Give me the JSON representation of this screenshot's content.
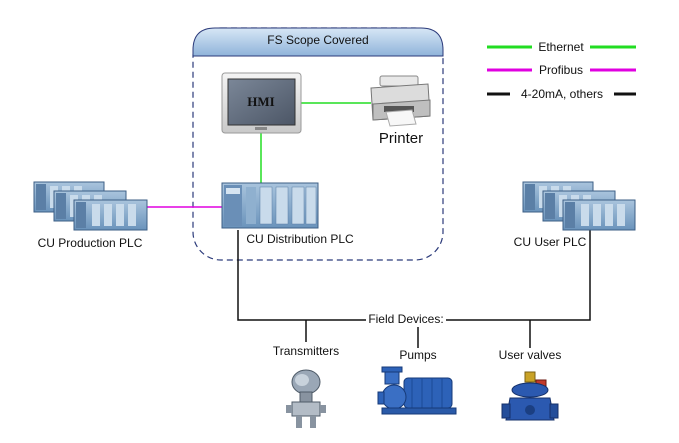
{
  "scope": {
    "title": "FS Scope Covered"
  },
  "legend": {
    "items": [
      {
        "label": "Ethernet",
        "color": "#22dd22"
      },
      {
        "label": "Profibus",
        "color": "#e000e0"
      },
      {
        "label": "4-20mA, others",
        "color": "#111111"
      }
    ]
  },
  "hmi": {
    "label": "HMI"
  },
  "printer": {
    "label": "Printer"
  },
  "plcs": {
    "production": "CU Production PLC",
    "distribution": "CU Distribution PLC",
    "user": "CU User PLC"
  },
  "field": {
    "label": "Field Devices:",
    "devices": [
      {
        "label": "Transmitters",
        "icon": "transmitter-icon"
      },
      {
        "label": "Pumps",
        "icon": "pump-icon"
      },
      {
        "label": "User valves",
        "icon": "valve-icon"
      }
    ]
  },
  "colors": {
    "scope_header": "#bcd6ee",
    "scope_border": "#2b3a7a",
    "plc_body": "#7fa6c8",
    "ethernet": "#22dd22",
    "profibus": "#e000e0",
    "analog": "#111111"
  }
}
